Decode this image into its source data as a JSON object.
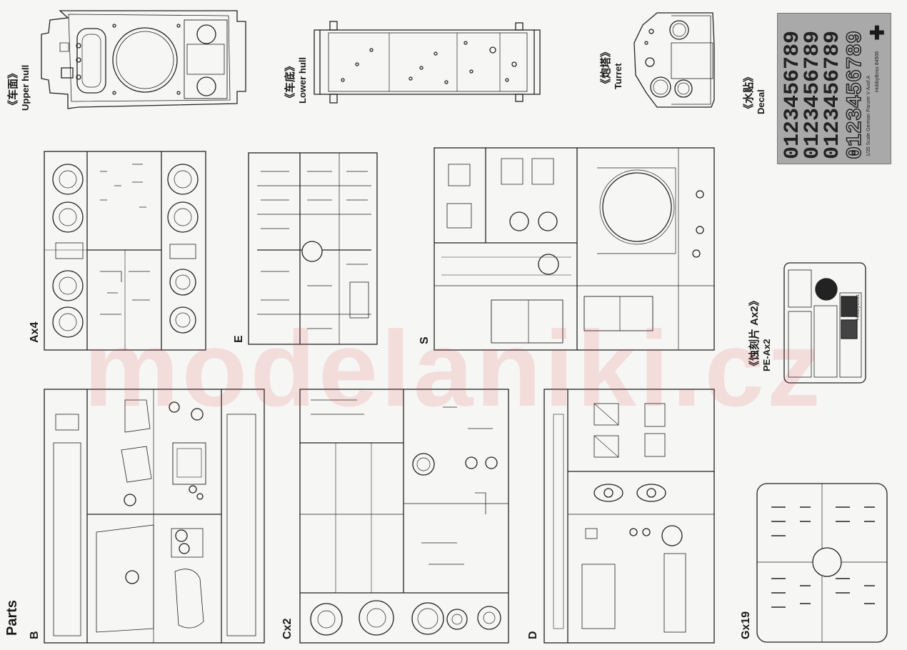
{
  "watermark": "modelaniki.cz",
  "labels": {
    "upper_hull_cn": "《车面》",
    "upper_hull_en": "Upper hull",
    "lower_hull_cn": "《车底》",
    "lower_hull_en": "Lower hull",
    "turret_cn": "《炮塔》",
    "turret_en": "Turret",
    "decal_cn": "《水贴》",
    "decal_en": "Decal",
    "pe_cn": "《蚀刻片 Ax2》",
    "pe_en": "PE-Ax2",
    "parts": "Parts"
  },
  "sprues": {
    "a": "Ax4",
    "e": "E",
    "s": "S",
    "b": "B",
    "c": "Cx2",
    "d": "D",
    "g": "Gx19"
  },
  "decal": {
    "rows": [
      "0123456789",
      "0123456789",
      "0123456789"
    ],
    "outline_row": "0123456789",
    "scale_text": "1/35 Scale German Panzer V Ausf.A",
    "brand_text": "HobbyBoss 84506"
  },
  "pe": {
    "brand_text": "HobbyBoss"
  }
}
